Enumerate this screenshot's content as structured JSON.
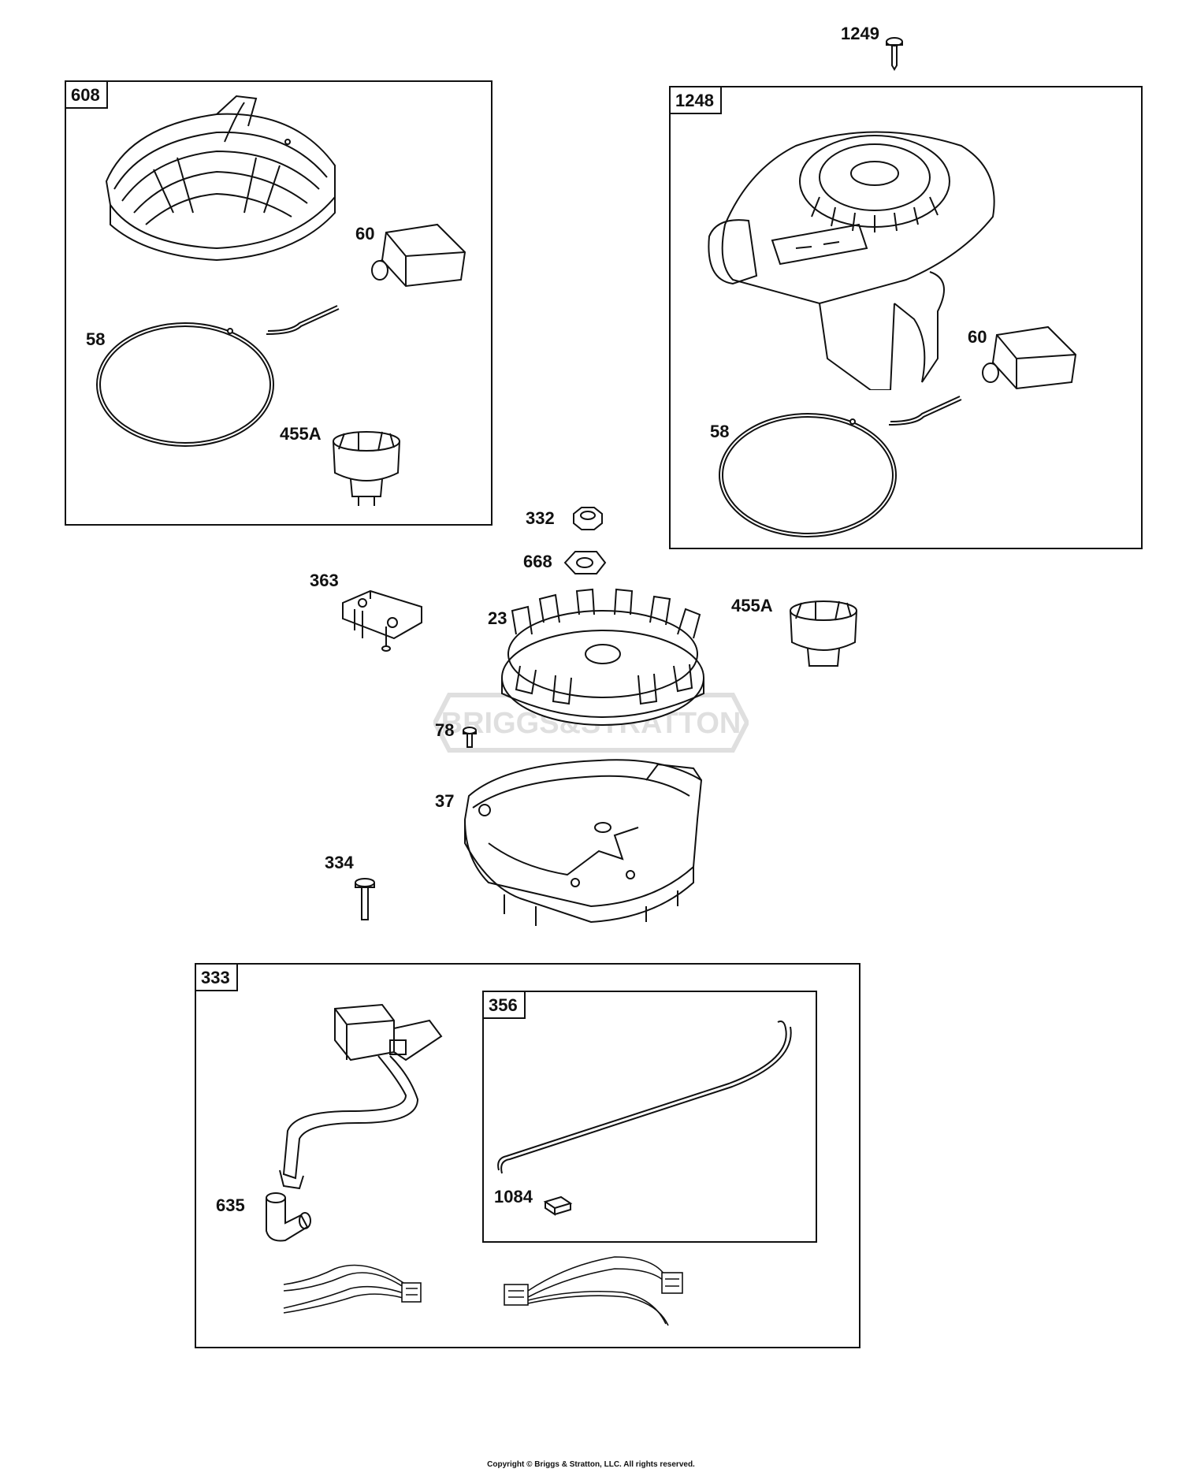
{
  "boxes": {
    "b608": "608",
    "b1248": "1248",
    "b333": "333",
    "b356": "356"
  },
  "callouts": {
    "c1249": "1249",
    "c60a": "60",
    "c58a": "58",
    "c455a": "455A",
    "c60b": "60",
    "c58b": "58",
    "c332": "332",
    "c668": "668",
    "c363": "363",
    "c23": "23",
    "c455b": "455A",
    "c78": "78",
    "c37": "37",
    "c334": "334",
    "c635": "635",
    "c1084": "1084"
  },
  "watermark": "BRIGGS&STRATTON",
  "copyright": "Copyright © Briggs & Stratton, LLC. All rights reserved."
}
